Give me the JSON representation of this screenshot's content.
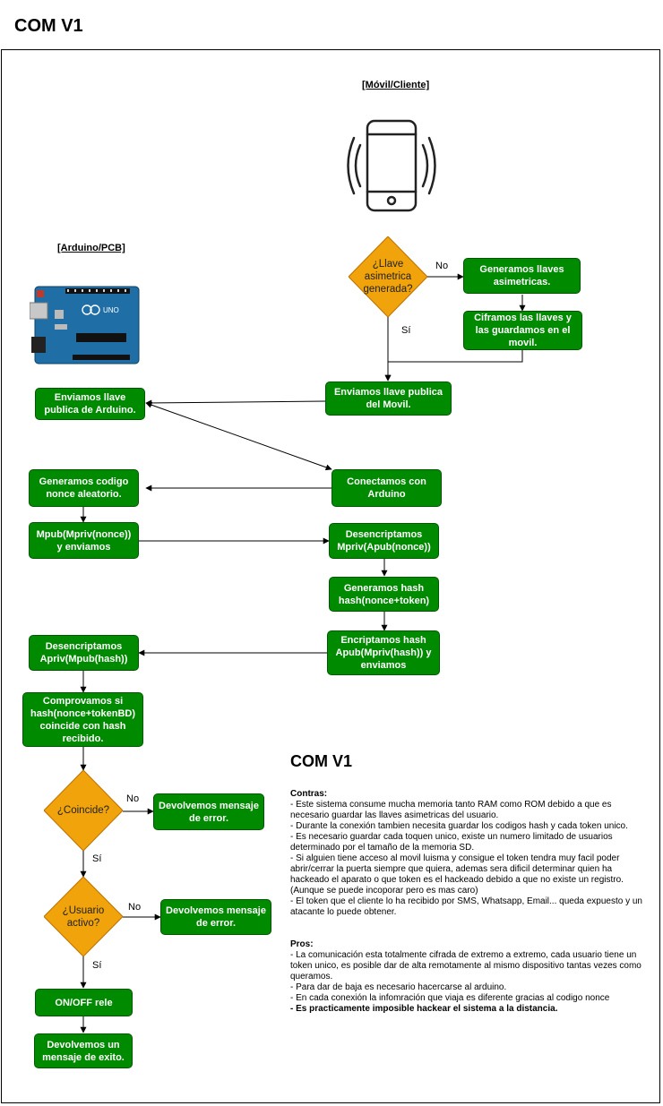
{
  "page_title": "COM V1",
  "headings": {
    "movil": "[Móvil/Cliente]",
    "arduino": "[Arduino/PCB]"
  },
  "icons": {
    "phone": "smartphone-icon",
    "board": "arduino-uno-board-icon",
    "board_logo_text": "UNO"
  },
  "colors": {
    "process_fill": "#008a00",
    "process_border": "#005700",
    "decision_fill": "#f0a30a",
    "decision_border": "#bd7000"
  },
  "nodes": {
    "decision_llave": "¿Llave\nasimetrica\ngenerada?",
    "generamos_llaves": "Generamos llaves asimetricas.",
    "ciframos_llaves": "Ciframos las llaves y las guardamos en el movil.",
    "enviamos_movil": "Enviamos llave publica del Movil.",
    "enviamos_arduino": "Enviamos llave publica de Arduino.",
    "conectamos": "Conectamos con Arduino",
    "generamos_nonce": "Generamos codigo nonce aleatorio.",
    "mpub_nonce": "Mpub(Mpriv(nonce)) y enviamos",
    "desencriptamos_mpriv": "Desencriptamos Mpriv(Apub(nonce))",
    "generamos_hash": "Generamos hash hash(nonce+token)",
    "encriptamos_hash": "Encriptamos hash Apub(Mpriv(hash)) y enviamos",
    "desencriptamos_apriv": "Desencriptamos Apriv(Mpub(hash))",
    "comprovamos": "Comprovamos si hash(nonce+tokenBD) coincide con hash recibido.",
    "decision_coincide": "¿Coincide?",
    "error_1": "Devolvemos mensaje de error.",
    "decision_usuario": "¿Usuario\nactivo?",
    "error_2": "Devolvemos mensaje de error.",
    "on_off": "ON/OFF rele",
    "exito": "Devolvemos un mensaje de exito."
  },
  "edge_labels": {
    "no_1": "No",
    "si_1": "Sí",
    "no_2": "No",
    "si_2": "Sí",
    "no_3": "No",
    "si_3": "Sí"
  },
  "notes": {
    "title": "COM V1",
    "contras_label": "Contras:",
    "contras": [
      "- Este sistema consume mucha memoria tanto RAM como ROM debido a que es necesario guardar las llaves asimetricas del usuario.",
      "- Durante la conexión tambien necesita guardar los codigos hash y cada token unico.",
      "- Es necesario guardar cada toquen unico,  existe un numero limitado de usuarios determinado por el tamaño de la memoria SD.",
      " - Si alguien tiene acceso al movil luisma y consigue el token tendra muy facil poder abrir/cerrar la puerta siempre que quiera, ademas sera dificil determinar quien ha hackeado el aparato o que token es el hackeado debido a que no existe un registro. (Aunque se puede incoporar pero es mas caro)",
      "- El token que el cliente lo ha recibido por SMS, Whatsapp, Email... queda expuesto y un atacante lo puede obtener."
    ],
    "pros_label": "Pros:",
    "pros": [
      "- La comunicación esta totalmente cifrada de extremo a extremo, cada usuario tiene un token unico, es posible dar de alta remotamente al mismo dispositivo tantas vezes como queramos.",
      "- Para dar de baja es necesario hacercarse al arduino.",
      "- En cada conexión la infomración que viaja es diferente gracias al codigo nonce",
      "- Es practicamente imposible hackear el sistema a la distancia."
    ]
  }
}
